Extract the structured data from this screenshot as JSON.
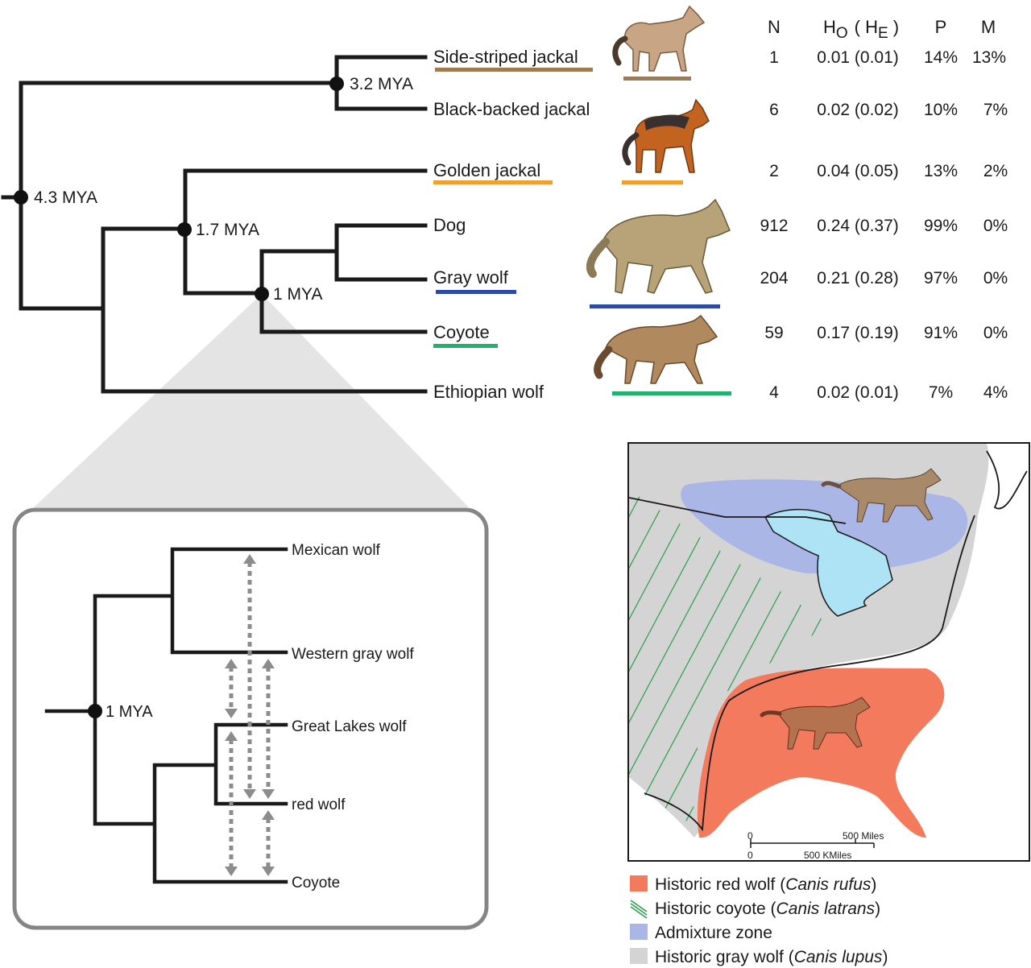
{
  "tree": {
    "node_labels": [
      "4.3 MYA",
      "3.2 MYA",
      "1.7 MYA",
      "1 MYA"
    ],
    "taxa": [
      {
        "name": "Side-striped jackal",
        "color": "#a07a50",
        "N": "1",
        "HO_HE": "0.01 (0.01)",
        "P": "14%",
        "M": "13%"
      },
      {
        "name": "Black-backed jackal",
        "color": "",
        "N": "6",
        "HO_HE": "0.02 (0.02)",
        "P": "10%",
        "M": "7%"
      },
      {
        "name": "Golden jackal",
        "color": "#f0a030",
        "N": "2",
        "HO_HE": "0.04 (0.05)",
        "P": "13%",
        "M": "2%"
      },
      {
        "name": "Dog",
        "color": "",
        "N": "912",
        "HO_HE": "0.24 (0.37)",
        "P": "99%",
        "M": "0%"
      },
      {
        "name": "Gray wolf",
        "color": "#2e4aa6",
        "N": "204",
        "HO_HE": "0.21 (0.28)",
        "P": "97%",
        "M": "0%"
      },
      {
        "name": "Coyote",
        "color": "#22b070",
        "N": "59",
        "HO_HE": "0.17 (0.19)",
        "P": "91%",
        "M": "0%"
      },
      {
        "name": "Ethiopian wolf",
        "color": "",
        "N": "4",
        "HO_HE": "0.02 (0.01)",
        "P": "7%",
        "M": "4%"
      }
    ],
    "headers": {
      "N": "N",
      "HO_main": "H",
      "HO_sub": "O",
      "HE_open": "( H",
      "HE_sub": "E",
      "HE_close": ")",
      "P": "P",
      "M": "M"
    }
  },
  "inset": {
    "node_label": "1 MYA",
    "taxa": [
      "Mexican wolf",
      "Western gray wolf",
      "Great Lakes wolf",
      "red wolf",
      "Coyote"
    ]
  },
  "map": {
    "scale_zero_top": "0",
    "scale_zero_bottom": "0",
    "scale_miles": "500 Miles",
    "scale_km": "500 KMiles"
  },
  "legend": [
    {
      "pre": "Historic red wolf (",
      "italic": "Canis rufus",
      "post": ")",
      "color": "#f47a5e",
      "swatch": "solid"
    },
    {
      "pre": "Historic coyote (",
      "italic": "Canis latrans",
      "post": ")",
      "color": "#2a9d4a",
      "swatch": "hatch"
    },
    {
      "pre": "Admixture zone",
      "italic": "",
      "post": "",
      "color": "#a9b6e6",
      "swatch": "solid"
    },
    {
      "pre": "Historic gray wolf (",
      "italic": "Canis lupus",
      "post": ")",
      "color": "#d4d4d4",
      "swatch": "solid"
    }
  ]
}
